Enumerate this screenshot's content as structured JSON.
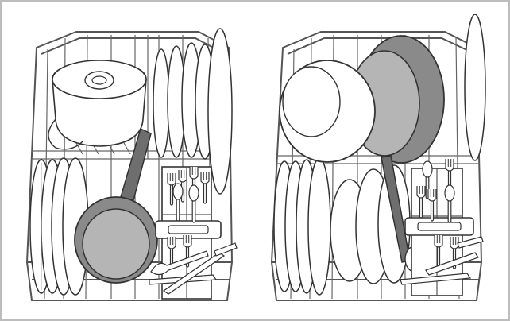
{
  "illustration": {
    "panels": [
      {
        "name": "lower-basket-with-saucepan",
        "items": [
          "round-casserole-dish",
          "upright-plates-rack",
          "saucepan-with-handle",
          "cutlery-basket",
          "large-plates-stack"
        ]
      },
      {
        "name": "lower-basket-with-bowls-and-frying-pan",
        "items": [
          "large-bowl",
          "frying-pans",
          "upright-plates-rack",
          "deep-plates",
          "cutlery-basket"
        ]
      }
    ],
    "colors": {
      "outline": "#333333",
      "wire": "#555555",
      "dish": "#ffffff",
      "pan-dark": "#8a8a8a",
      "pan-light": "#b5b5b5",
      "handle": "#6e6e6e",
      "frame": "#bdbdbd"
    }
  }
}
